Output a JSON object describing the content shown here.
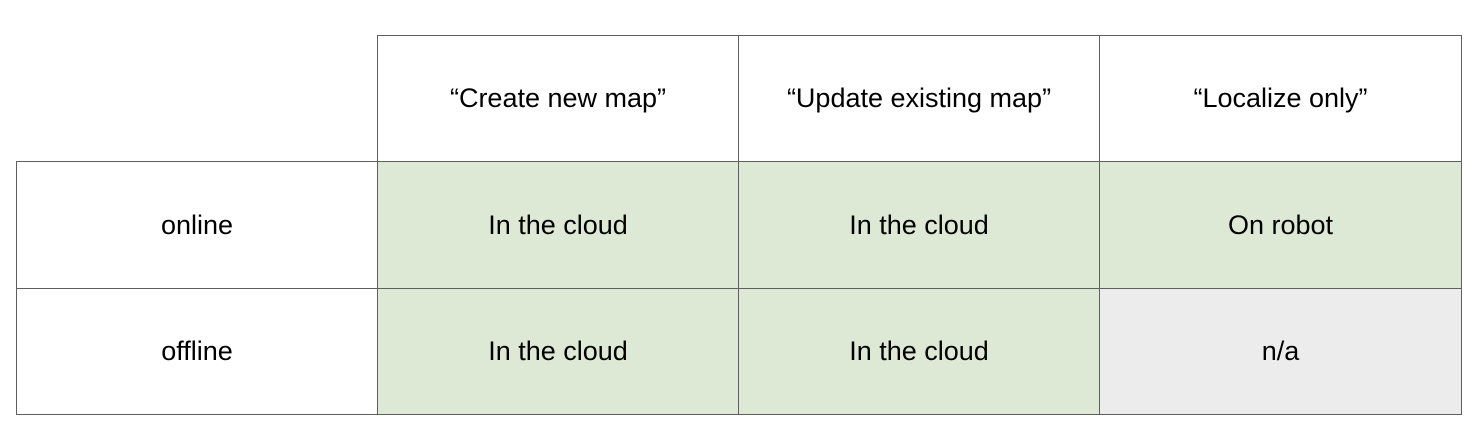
{
  "table": {
    "headers": [
      "“Create new map”",
      "“Update existing map”",
      "“Localize only”"
    ],
    "rows": [
      {
        "label": "online",
        "cells": [
          "In the cloud",
          "In the cloud",
          "On robot"
        ]
      },
      {
        "label": "offline",
        "cells": [
          "In the cloud",
          "In the cloud",
          "n/a"
        ]
      }
    ]
  },
  "colors": {
    "cloud_fill": "#dde9d5",
    "na_fill": "#ececec",
    "border": "#5f5f5f"
  }
}
